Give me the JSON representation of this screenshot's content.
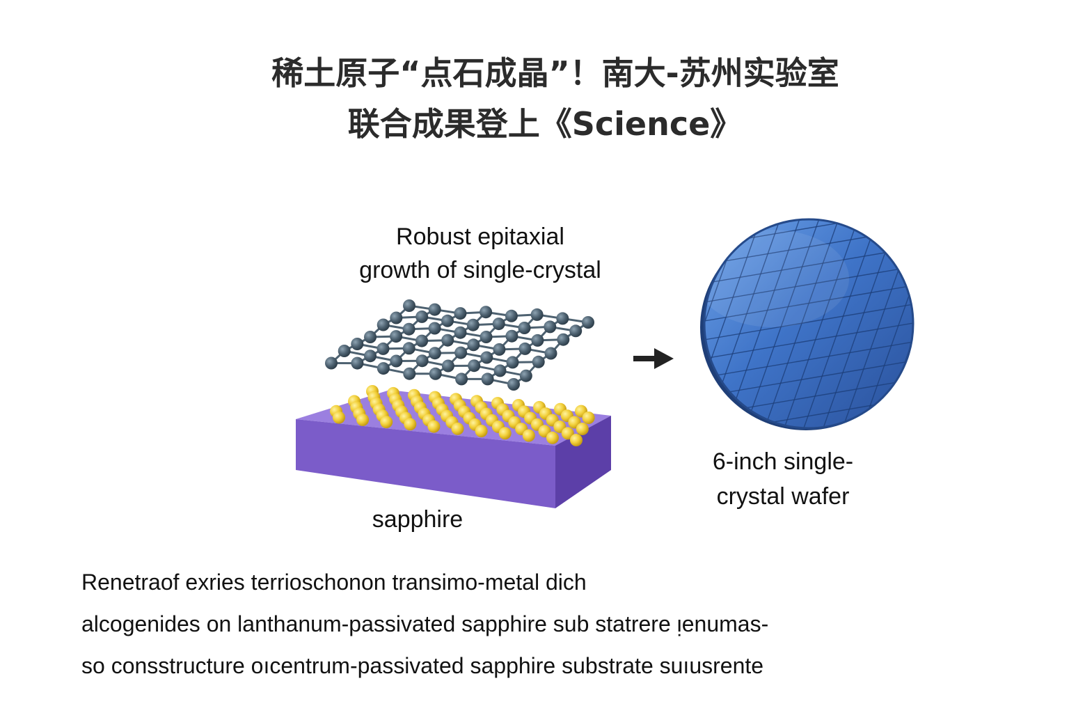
{
  "title": {
    "line1": "稀土原子“点石成晶”！南大-苏州实验室",
    "line2": "联合成果登上《Science》"
  },
  "diagram": {
    "epitaxy_label_1": "Robust epitaxial",
    "epitaxy_label_2": "growth of single-crystal",
    "substrate_label": "sapphire",
    "wafer_label_1": "6-inch single-",
    "wafer_label_2": "crystal wafer"
  },
  "paragraph": [
    "Renetraof exries terrioschonon transimo-metal dich",
    "alcogenides on lanthanum-passivated sapphire sub  statrere ᴉenumas-",
    "so consstructure oıcentrum-passivated sapphire substrate suıusrente"
  ],
  "colors": {
    "substrate": "#7b5cc9",
    "lanthanum_atoms": "#f2d03b",
    "lattice_atoms": "#4d6170",
    "wafer": "#3a6fc4"
  }
}
